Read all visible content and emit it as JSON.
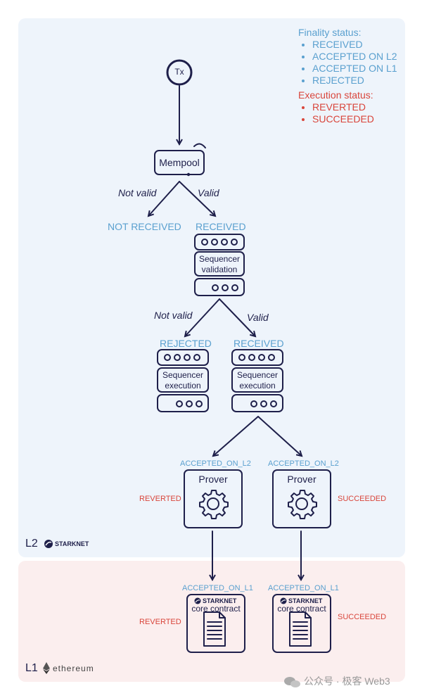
{
  "legend": {
    "finality_title": "Finality status:",
    "finality_items": [
      "RECEIVED",
      "ACCEPTED ON L2",
      "ACCEPTED ON L1",
      "REJECTED"
    ],
    "execution_title": "Execution status:",
    "execution_items": [
      "REVERTED",
      "SUCCEEDED"
    ]
  },
  "nodes": {
    "tx": "Tx",
    "mempool": "Mempool",
    "seq_validation_line1": "Sequencer",
    "seq_validation_line2": "validation",
    "seq_exec_line1": "Sequencer",
    "seq_exec_line2": "execution",
    "prover": "Prover",
    "starknet_badge": "STARKNET",
    "core_contract": "core contract"
  },
  "branches": {
    "not_valid": "Not valid",
    "valid": "Valid"
  },
  "statuses": {
    "not_received": "NOT RECEIVED",
    "received": "RECEIVED",
    "rejected": "REJECTED",
    "accepted_on_l2": "ACCEPTED_ON_L2",
    "accepted_on_l1": "ACCEPTED_ON_L1",
    "reverted": "REVERTED",
    "succeeded": "SUCCEEDED"
  },
  "layers": {
    "l2": "L2",
    "l2_brand": "STARKNET",
    "l1": "L1",
    "l1_brand": "ethereum"
  },
  "watermark": "公众号 · 极客 Web3",
  "colors": {
    "navy": "#1e1f4a",
    "blue_status": "#5aa0cf",
    "red_status": "#d9453b",
    "l2_bg": "#eef4fb",
    "l1_bg": "#fbeeee"
  }
}
